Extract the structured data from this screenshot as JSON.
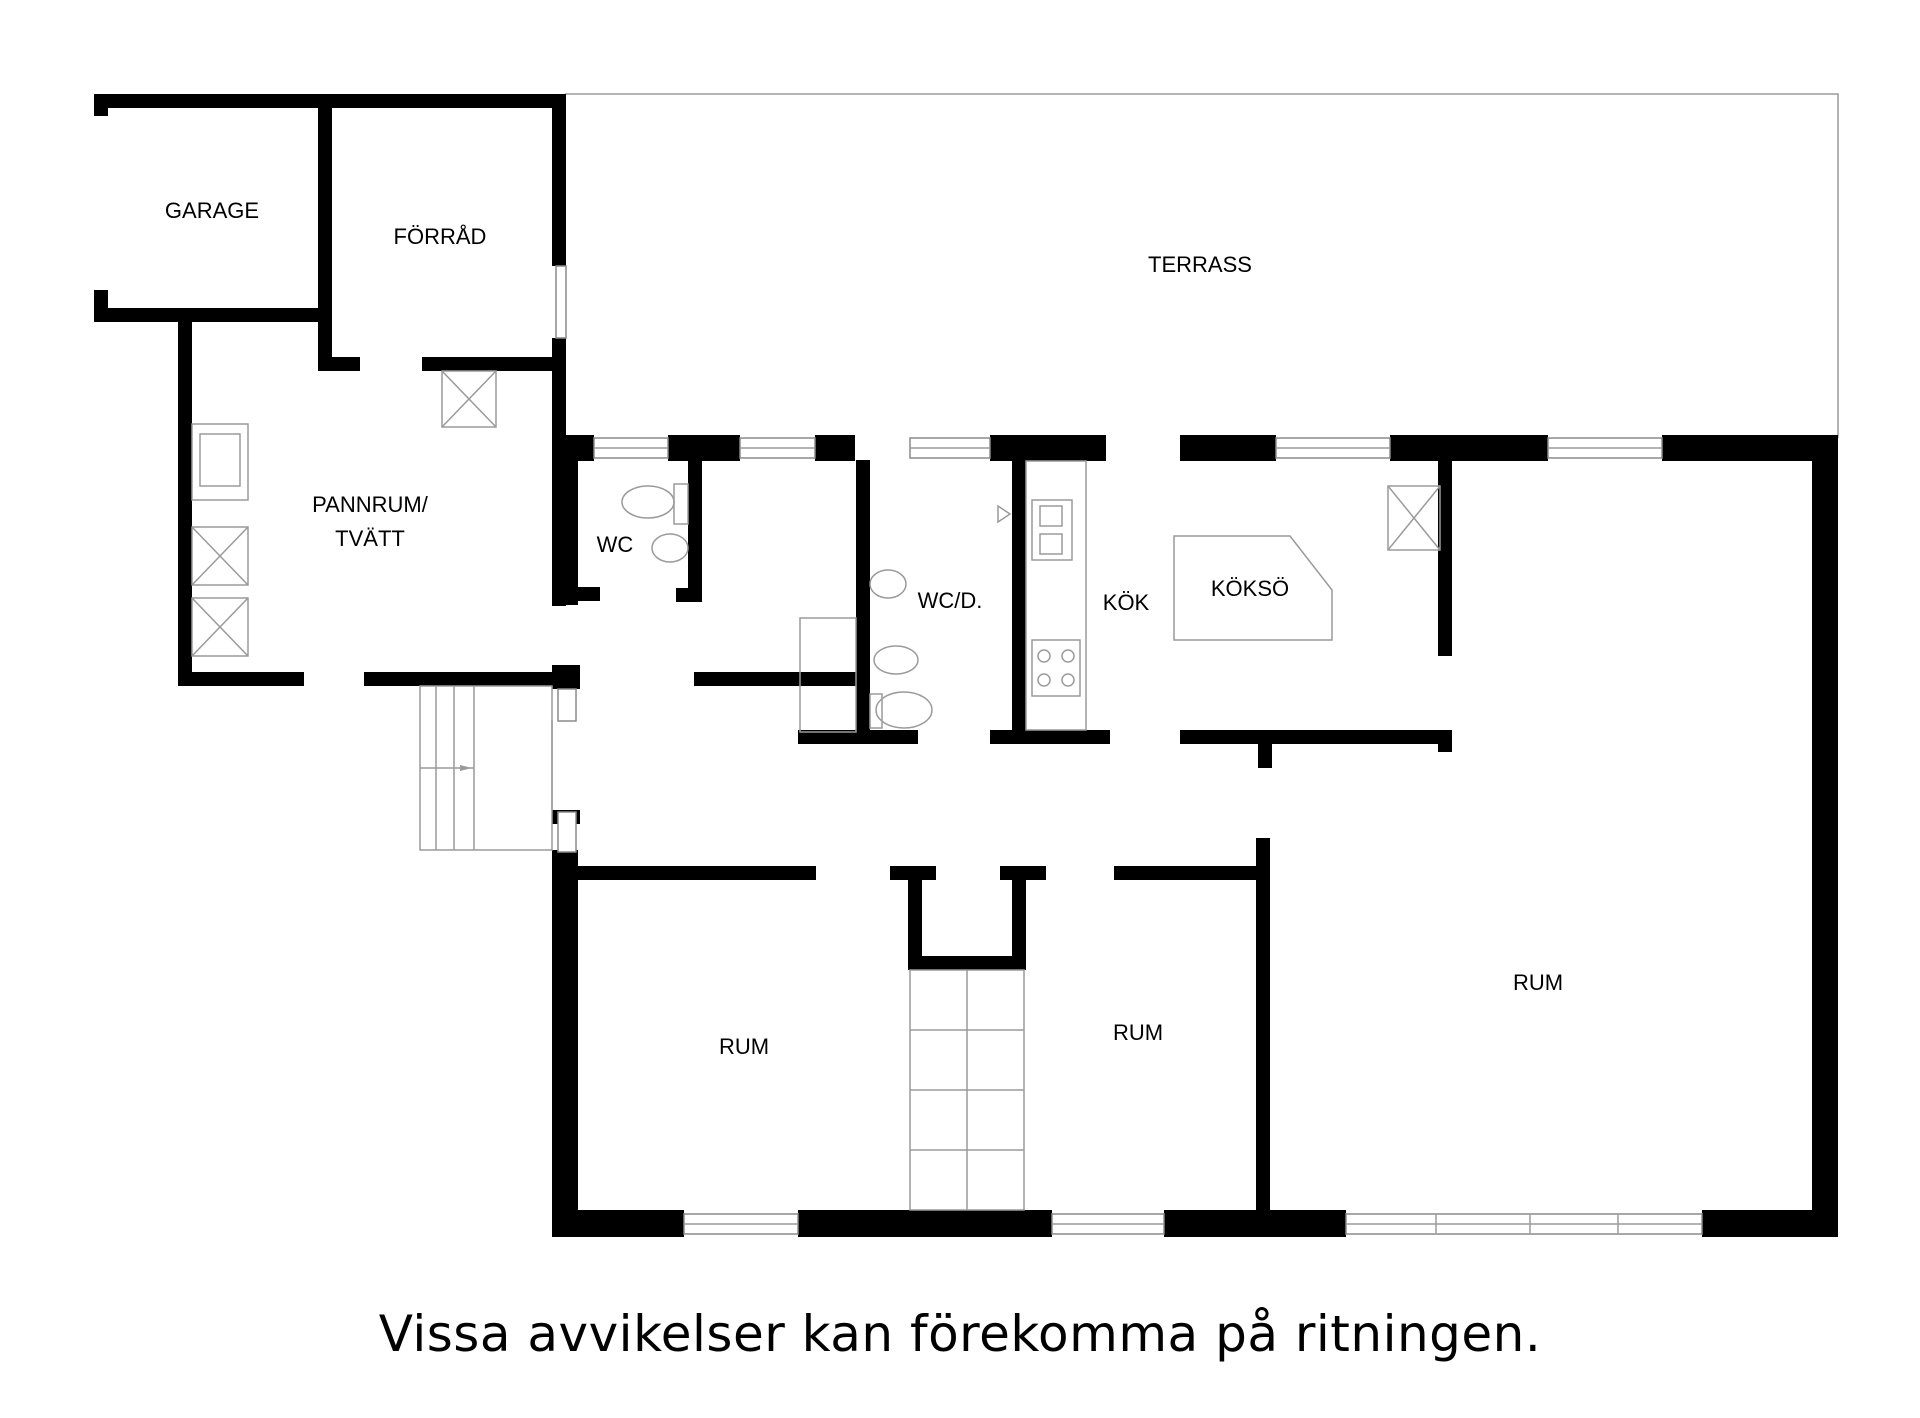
{
  "rooms": {
    "garage": "GARAGE",
    "forrad": "FÖRRÅD",
    "terrass": "TERRASS",
    "pannrum_line1": "PANNRUM/",
    "pannrum_line2": "TVÄTT",
    "wc": "WC",
    "wcd": "WC/D.",
    "kok": "KÖK",
    "koksö": "KÖKSÖ",
    "rum_left": "RUM",
    "rum_middle": "RUM",
    "rum_right": "RUM"
  },
  "caption": "Vissa avvikelser kan förekomma på ritningen.",
  "colors": {
    "wall": "#000000",
    "fixture": "#9a9a9a",
    "background": "#ffffff"
  }
}
